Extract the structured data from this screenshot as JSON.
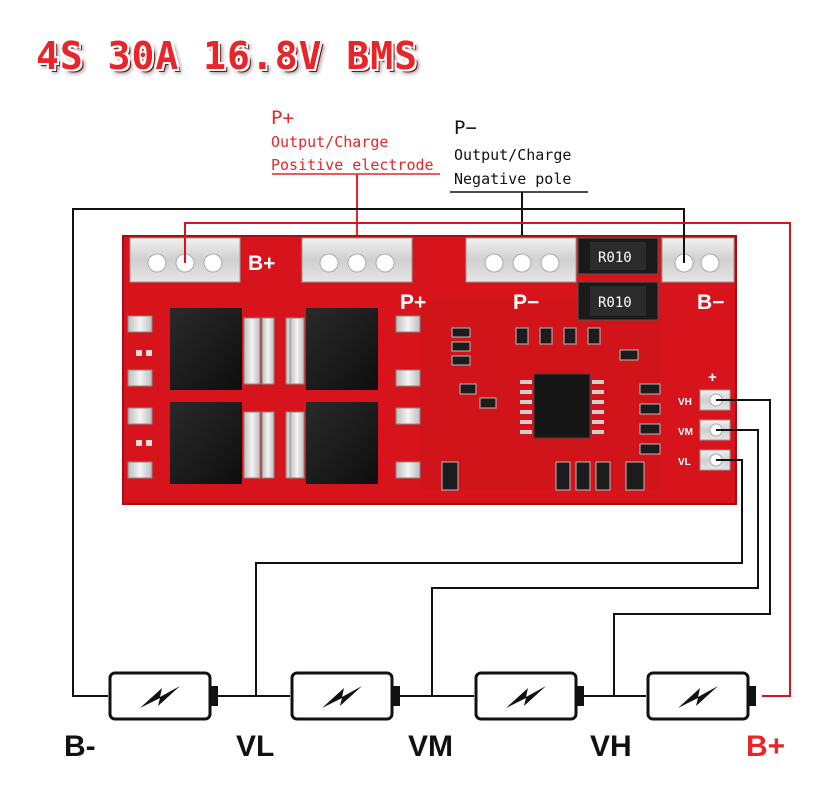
{
  "title": "4S 30A 16.8V BMS",
  "p_plus": {
    "name": "P+",
    "line1": "Output/Charge",
    "line2": "Positive electrode"
  },
  "p_minus": {
    "name": "P−",
    "line1": "Output/Charge",
    "line2": "Negative pole"
  },
  "board": {
    "label_b_plus": "B+",
    "label_p_plus": "P+",
    "label_p_minus": "P−",
    "label_b_minus": "B−",
    "resistor_top": "R010",
    "resistor_bottom": "R010",
    "pin_plus": "+",
    "pin_vh": "VH",
    "pin_vm": "VM",
    "pin_vl": "VL"
  },
  "bottom_labels": {
    "b_minus": "B-",
    "vl": "VL",
    "vm": "VM",
    "vh": "VH",
    "b_plus": "B+"
  },
  "colors": {
    "title": "#e8252a",
    "board": "#d7141b",
    "wire_black": "#111111",
    "wire_red": "#d7141b"
  }
}
